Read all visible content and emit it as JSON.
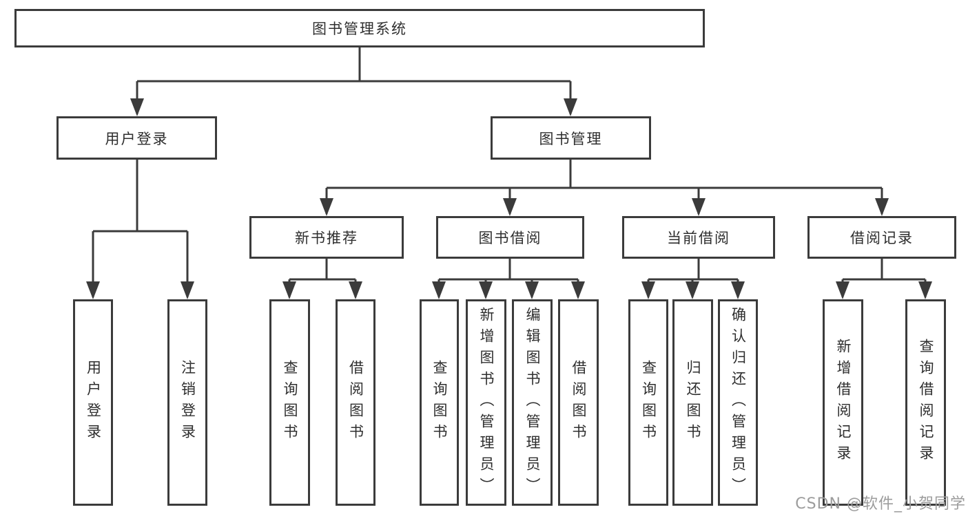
{
  "diagram": {
    "title": "图书管理系统",
    "branches": [
      {
        "label": "用户登录",
        "children": [
          {
            "label": "用户登录"
          },
          {
            "label": "注销登录"
          }
        ]
      },
      {
        "label": "图书管理",
        "children": [
          {
            "label": "新书推荐",
            "children": [
              {
                "label": "查询图书"
              },
              {
                "label": "借阅图书"
              }
            ]
          },
          {
            "label": "图书借阅",
            "children": [
              {
                "label": "查询图书"
              },
              {
                "label": "新增图书（管理员）"
              },
              {
                "label": "编辑图书（管理员）"
              },
              {
                "label": "借阅图书"
              }
            ]
          },
          {
            "label": "当前借阅",
            "children": [
              {
                "label": "查询图书"
              },
              {
                "label": "归还图书"
              },
              {
                "label": "确认归还（管理员）"
              }
            ]
          },
          {
            "label": "借阅记录",
            "children": [
              {
                "label": "新增借阅记录"
              },
              {
                "label": "查询借阅记录"
              }
            ]
          }
        ]
      }
    ]
  },
  "watermark": {
    "text": "CSDN @软件_小贺同学"
  },
  "colors": {
    "line": "#3b3b3b",
    "text": "#2e2e2e",
    "watermark": "#9c9c9c",
    "background": "#ffffff"
  }
}
